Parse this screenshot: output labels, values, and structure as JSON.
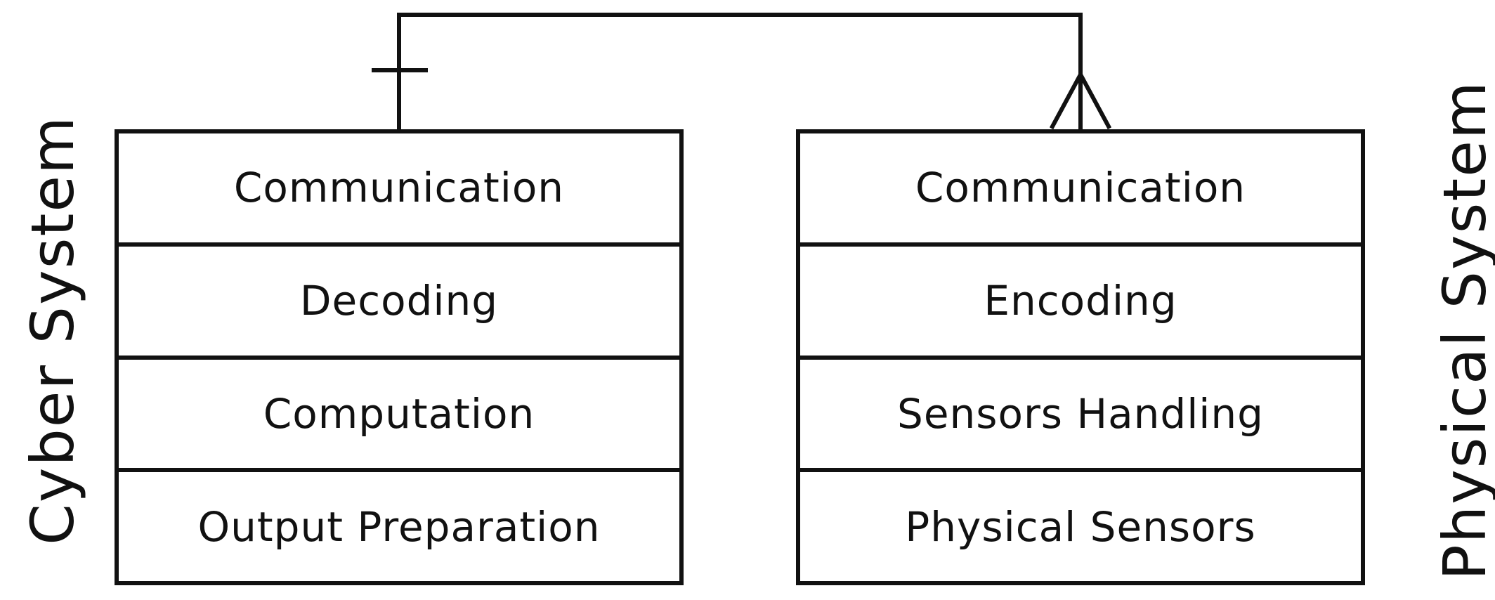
{
  "diagram": {
    "cyber_system": {
      "label": "Cyber System",
      "layers": [
        "Communication",
        "Decoding",
        "Computation",
        "Output Preparation"
      ]
    },
    "physical_system": {
      "label": "Physical System",
      "layers": [
        "Communication",
        "Encoding",
        "Sensors Handling",
        "Physical Sensors"
      ]
    },
    "relationship": {
      "from": "Cyber System",
      "to": "Physical System",
      "from_cardinality": "one",
      "to_cardinality": "many"
    },
    "colors": {
      "stroke": "#111111",
      "background": "#ffffff"
    }
  }
}
